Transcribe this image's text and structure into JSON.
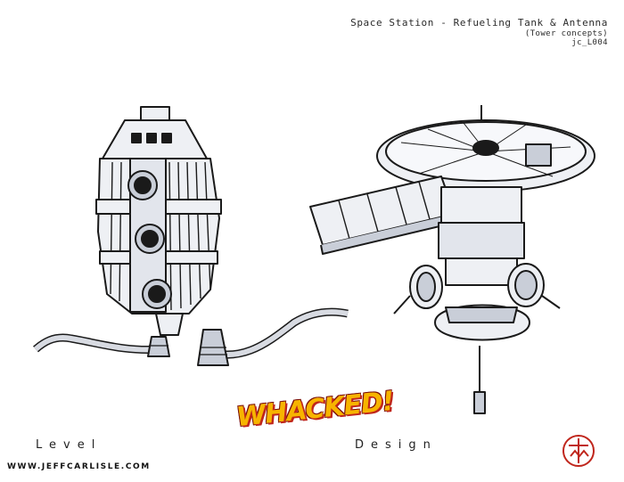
{
  "header": {
    "title": "Space Station - Refueling Tank & Antenna",
    "subtitle": "(Tower concepts)",
    "code": "jc_L004"
  },
  "footer": {
    "left_word": "Level",
    "right_word": "Design",
    "logo_text": "WHACKED!",
    "website": "WWW.JEFFCARLISLE.COM"
  },
  "colors": {
    "ink": "#1a1a1a",
    "metal": "#eef0f4",
    "shade": "#c9ced8",
    "logo_yellow": "#f7b400",
    "logo_red": "#c0261c",
    "signature_red": "#c0261c"
  }
}
